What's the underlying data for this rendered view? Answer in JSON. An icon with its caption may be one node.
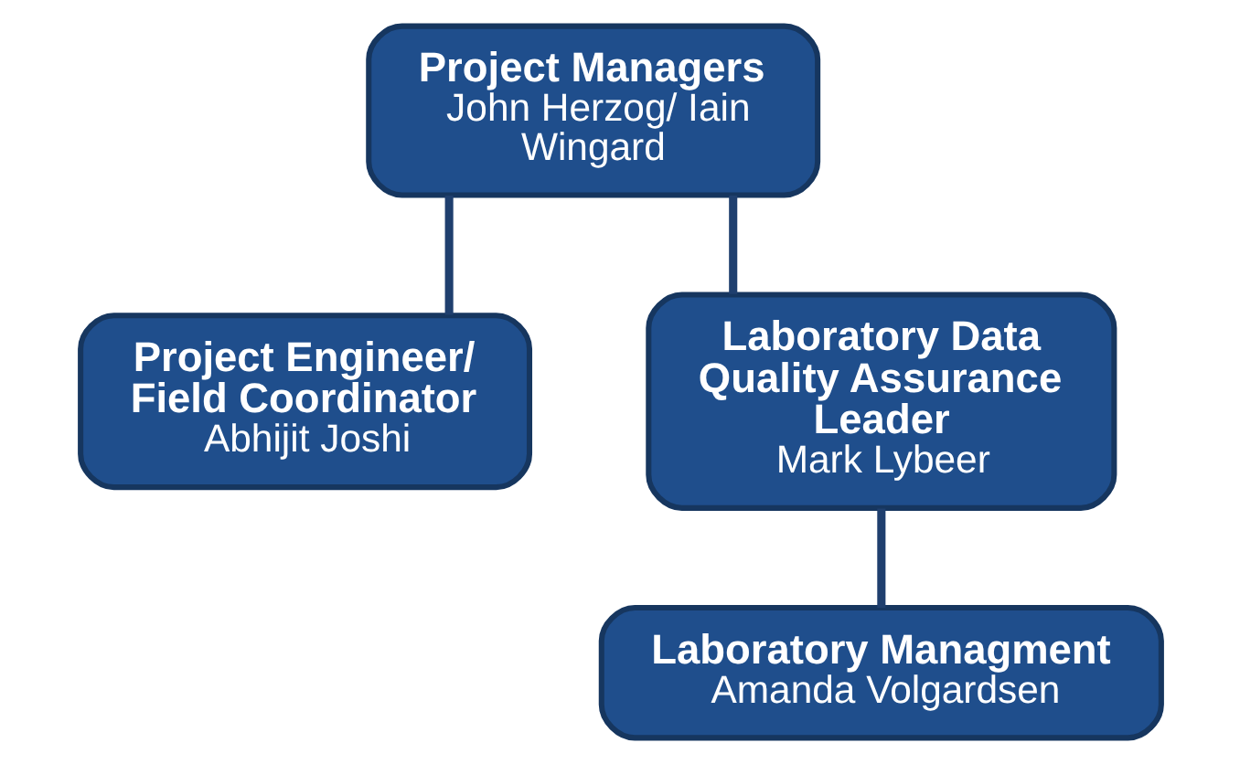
{
  "diagram": {
    "nodes": [
      {
        "text": [
          "Project Managers",
          "John Herzog/ Iain Wingard"
        ]
      },
      {
        "text": [
          "Project Engineer/ Field Coordinator",
          "Abhijit Joshi"
        ]
      },
      {
        "text": [
          "Laboratory Data Quality Assurance Leader",
          "Mark Lybeer"
        ]
      },
      {
        "text": [
          "Laboratory Managment",
          "Amanda Volgardsen"
        ]
      }
    ],
    "edges": [
      {
        "from": 0,
        "to": 1,
        "arrow": "none"
      },
      {
        "from": 0,
        "to": 2,
        "arrow": "none"
      },
      {
        "from": 2,
        "to": 3,
        "arrow": "none"
      }
    ]
  }
}
